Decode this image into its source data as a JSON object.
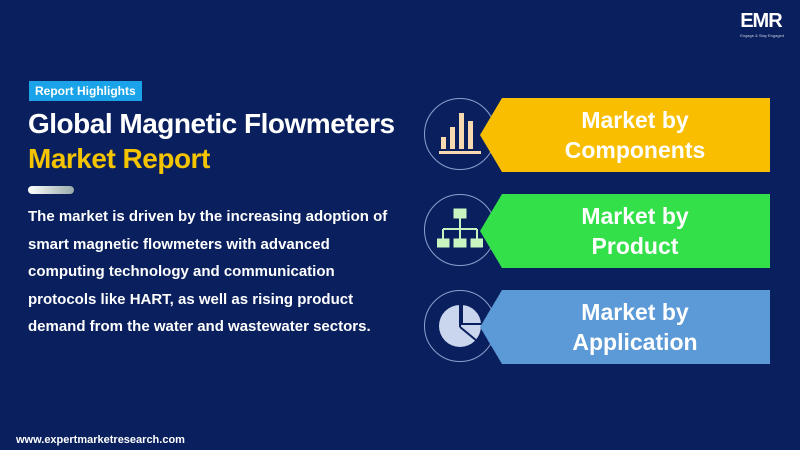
{
  "logo": {
    "text": "EMR",
    "tagline": "Engage & Stay Engaged"
  },
  "badge": "Report Highlights",
  "title": {
    "line1": "Global Magnetic Flowmeters",
    "line2": "Market Report"
  },
  "description": "The market is driven by the increasing adoption of smart magnetic flowmeters with advanced computing technology and communication protocols like HART, as well as rising product demand from the water and wastewater sectors.",
  "cards": [
    {
      "line1": "Market by",
      "line2": "Components",
      "color": "#f9be00",
      "icon": "bar-chart-icon"
    },
    {
      "line1": "Market by",
      "line2": "Product",
      "color": "#33e04a",
      "icon": "hierarchy-icon"
    },
    {
      "line1": "Market by",
      "line2": "Application",
      "color": "#5b9ad6",
      "icon": "pie-chart-icon"
    }
  ],
  "footer": "www.expertmarketresearch.com"
}
